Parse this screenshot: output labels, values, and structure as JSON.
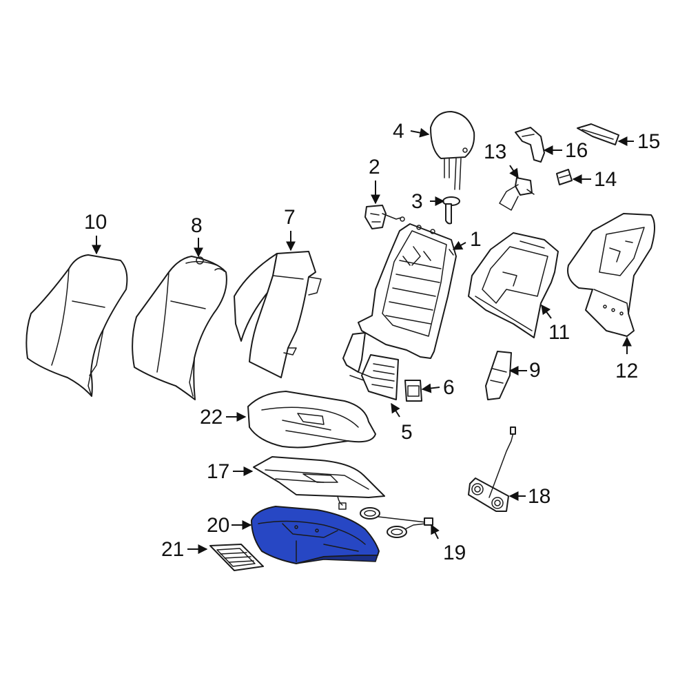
{
  "colors": {
    "line": "#1a1a1a",
    "highlight": "#2747c4",
    "highlight_dark": "#1b2f85",
    "background": "#ffffff"
  },
  "highlighted_part": "20",
  "callouts": {
    "p1": "1",
    "p2": "2",
    "p3": "3",
    "p4": "4",
    "p5": "5",
    "p6": "6",
    "p7": "7",
    "p8": "8",
    "p9": "9",
    "p10": "10",
    "p11": "11",
    "p12": "12",
    "p13": "13",
    "p14": "14",
    "p15": "15",
    "p16": "16",
    "p17": "17",
    "p18": "18",
    "p19": "19",
    "p20": "20",
    "p21": "21",
    "p22": "22"
  }
}
